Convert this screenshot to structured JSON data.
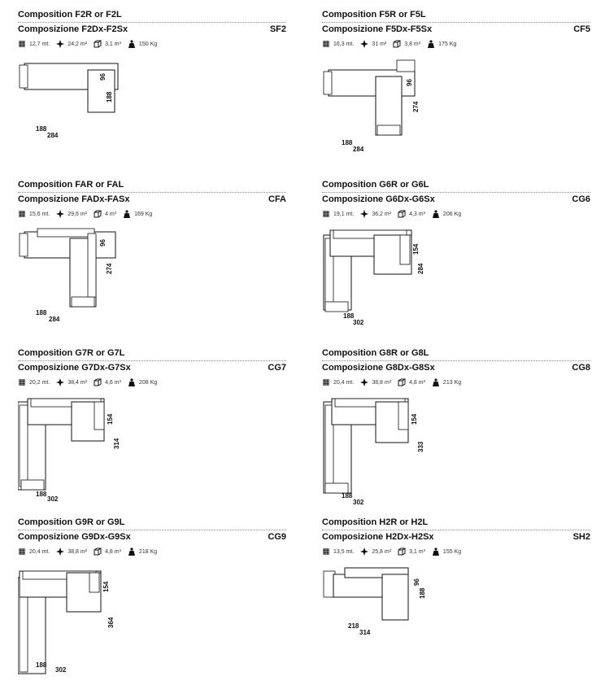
{
  "labels": {
    "length_unit": "mt.",
    "area_unit": "m²",
    "volume_unit": "m³",
    "weight_unit": "Kg"
  },
  "icons": {
    "length": "length-icon",
    "area": "area-icon",
    "volume": "volume-box-icon",
    "weight": "weight-icon"
  },
  "compositions": [
    {
      "title": "Composition F2R or F2L",
      "subtitle": "Composizione F2Dx-F2Sx",
      "code": "SF2",
      "length": "12,7",
      "area": "24,2",
      "volume": "3,1",
      "weight": "150",
      "dims": [
        "96",
        "188",
        "188",
        "284"
      ]
    },
    {
      "title": "Composition F5R or F5L",
      "subtitle": "Composizione F5Dx-F5Sx",
      "code": "CF5",
      "length": "16,3",
      "area": "31",
      "volume": "3,8",
      "weight": "175",
      "dims": [
        "96",
        "274",
        "188",
        "284"
      ]
    },
    {
      "title": "Composition FAR or FAL",
      "subtitle": "Composizione FADx-FASx",
      "code": "CFA",
      "length": "15,6",
      "area": "29,6",
      "volume": "4",
      "weight": "169",
      "dims": [
        "96",
        "274",
        "188",
        "284"
      ]
    },
    {
      "title": "Composition G6R or G6L",
      "subtitle": "Composizione G6Dx-G6Sx",
      "code": "CG6",
      "length": "19,1",
      "area": "36,2",
      "volume": "4,3",
      "weight": "206",
      "dims": [
        "154",
        "284",
        "188",
        "302"
      ]
    },
    {
      "title": "Composition G7R or G7L",
      "subtitle": "Composizione G7Dx-G7Sx",
      "code": "CG7",
      "length": "20,2",
      "area": "38,4",
      "volume": "4,6",
      "weight": "208",
      "dims": [
        "154",
        "314",
        "188",
        "302"
      ]
    },
    {
      "title": "Composition G8R or G8L",
      "subtitle": "Composizione G8Dx-G8Sx",
      "code": "CG8",
      "length": "20,4",
      "area": "38,8",
      "volume": "4,8",
      "weight": "213",
      "dims": [
        "154",
        "333",
        "188",
        "302"
      ]
    },
    {
      "title": "Composition G9R or G9L",
      "subtitle": "Composizione G9Dx-G9Sx",
      "code": "CG9",
      "length": "20,4",
      "area": "38,8",
      "volume": "4,8",
      "weight": "218",
      "dims": [
        "154",
        "364",
        "188",
        "302"
      ]
    },
    {
      "title": "Composition H2R or H2L",
      "subtitle": "Composizione H2Dx-H2Sx",
      "code": "SH2",
      "length": "13,5",
      "area": "25,8",
      "volume": "3,1",
      "weight": "155",
      "dims": [
        "96",
        "188",
        "218",
        "314"
      ]
    }
  ]
}
